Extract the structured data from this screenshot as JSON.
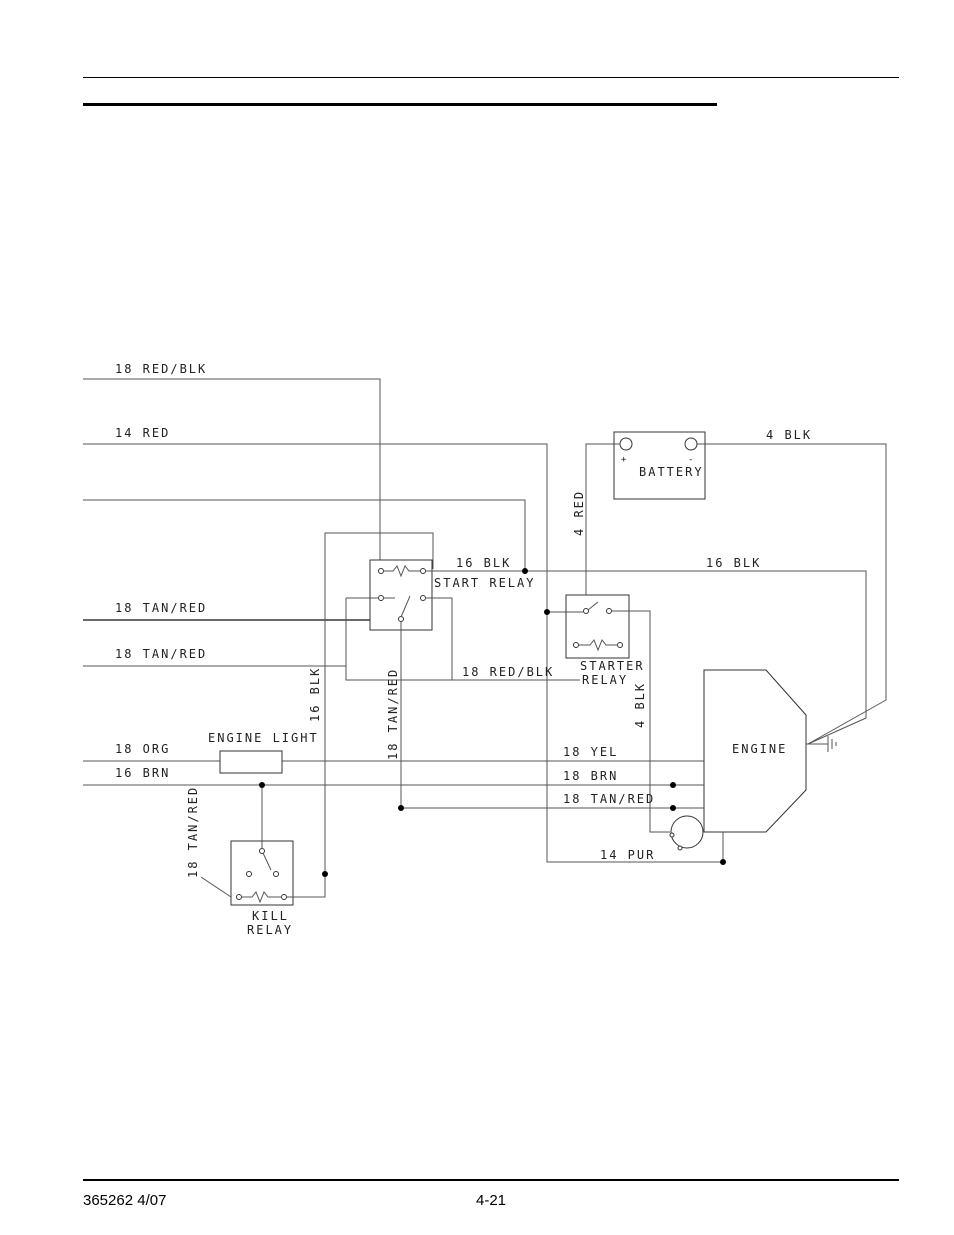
{
  "footer": {
    "doc_number": "365262 4/07",
    "page_number": "4-21"
  },
  "labels": {
    "w_18_red_blk_top": "18 RED/BLK",
    "w_14_red": "14 RED",
    "w_18_tan_red_1": "18 TAN/RED",
    "w_18_tan_red_2": "18 TAN/RED",
    "w_18_org": "18 ORG",
    "w_16_brn": "16 BRN",
    "engine_light": "ENGINE LIGHT",
    "w_18_tan_red_kill": "18 TAN/RED",
    "kill_relay_1": "KILL",
    "kill_relay_2": "RELAY",
    "w_16_blk_vert": "16 BLK",
    "w_18_tan_red_vert": "18 TAN/RED",
    "w_16_blk_a": "16 BLK",
    "start_relay": "START RELAY",
    "w_18_red_blk_mid": "18 RED/BLK",
    "w_4_red": "4 RED",
    "battery": "BATTERY",
    "battery_plus": "+",
    "battery_minus": "-",
    "w_4_blk_top": "4 BLK",
    "w_16_blk_b": "16 BLK",
    "starter_relay_1": "STARTER",
    "starter_relay_2": "RELAY",
    "w_4_blk_vert": "4 BLK",
    "engine": "ENGINE",
    "w_18_yel": "18 YEL",
    "w_18_brn": "18 BRN",
    "w_18_tan_red_3": "18 TAN/RED",
    "w_14_pur": "14 PUR"
  },
  "icons": {
    "ground": "ground-symbol-icon",
    "starter_motor": "motor-circle-icon",
    "relay_coil": "relay-coil-icon"
  }
}
